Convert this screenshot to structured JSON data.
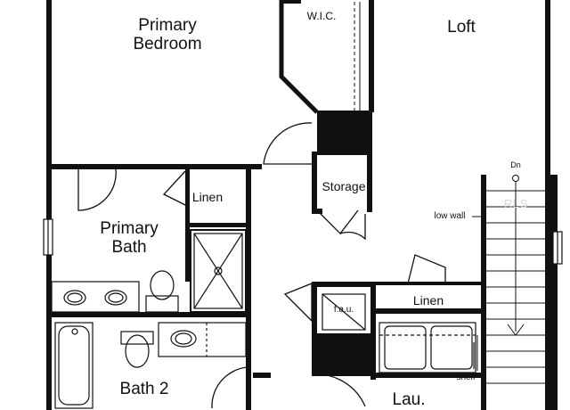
{
  "rooms": {
    "primary_bedroom": [
      "Primary",
      "Bedroom"
    ],
    "wic": "W.I.C.",
    "loft": "Loft",
    "storage": "Storage",
    "linen_upper": "Linen",
    "primary_bath": [
      "Primary",
      "Bath"
    ],
    "linen_lower": "Linen",
    "fau": "f.a.u.",
    "bath2": "Bath 2",
    "laundry": "Lau."
  },
  "annotations": {
    "stair_direction": "Dn",
    "low_wall": "low wall",
    "shelf": "shelf"
  },
  "watermark": "RLS"
}
